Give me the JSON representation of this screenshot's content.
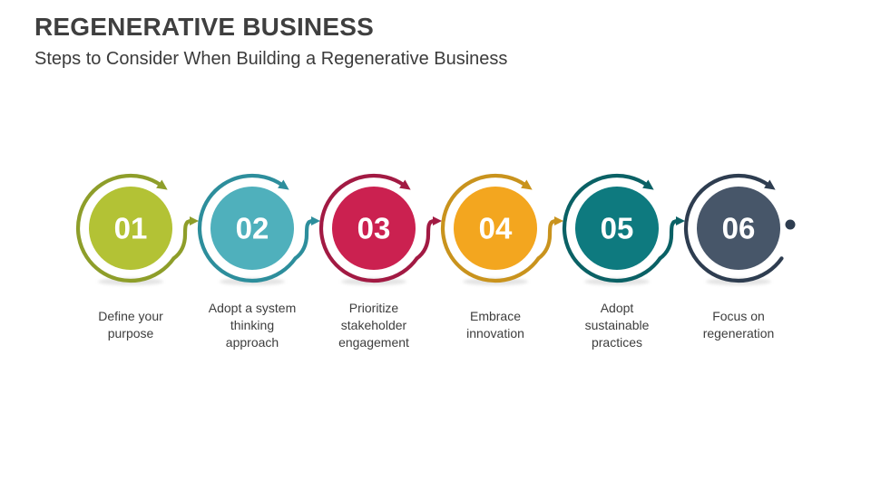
{
  "slide": {
    "title": "REGENERATIVE BUSINESS",
    "subtitle": "Steps to Consider When Building a Regenerative Business"
  },
  "theme": {
    "background": "#ffffff",
    "title_color": "#3f3f3f",
    "subtitle_color": "#3b3b3b",
    "caption_color": "#3d3d3d",
    "number_color": "#ffffff",
    "shadow_color": "#d9d9d9"
  },
  "steps": [
    {
      "number": "01",
      "label": "Define your purpose",
      "fill_color": "#b3c235",
      "arrow_color": "#8e9e2a"
    },
    {
      "number": "02",
      "label": "Adopt a system thinking approach",
      "fill_color": "#4fb0bc",
      "arrow_color": "#2d8e9c"
    },
    {
      "number": "03",
      "label": "Prioritize stakeholder engagement",
      "fill_color": "#cb2150",
      "arrow_color": "#a21a43"
    },
    {
      "number": "04",
      "label": "Embrace innovation",
      "fill_color": "#f3a61f",
      "arrow_color": "#c9931d"
    },
    {
      "number": "05",
      "label": "Adopt sustainable practices",
      "fill_color": "#0e7a7f",
      "arrow_color": "#0a6165"
    },
    {
      "number": "06",
      "label": "Focus on regeneration",
      "fill_color": "#475669",
      "arrow_color": "#2e3d50"
    }
  ]
}
